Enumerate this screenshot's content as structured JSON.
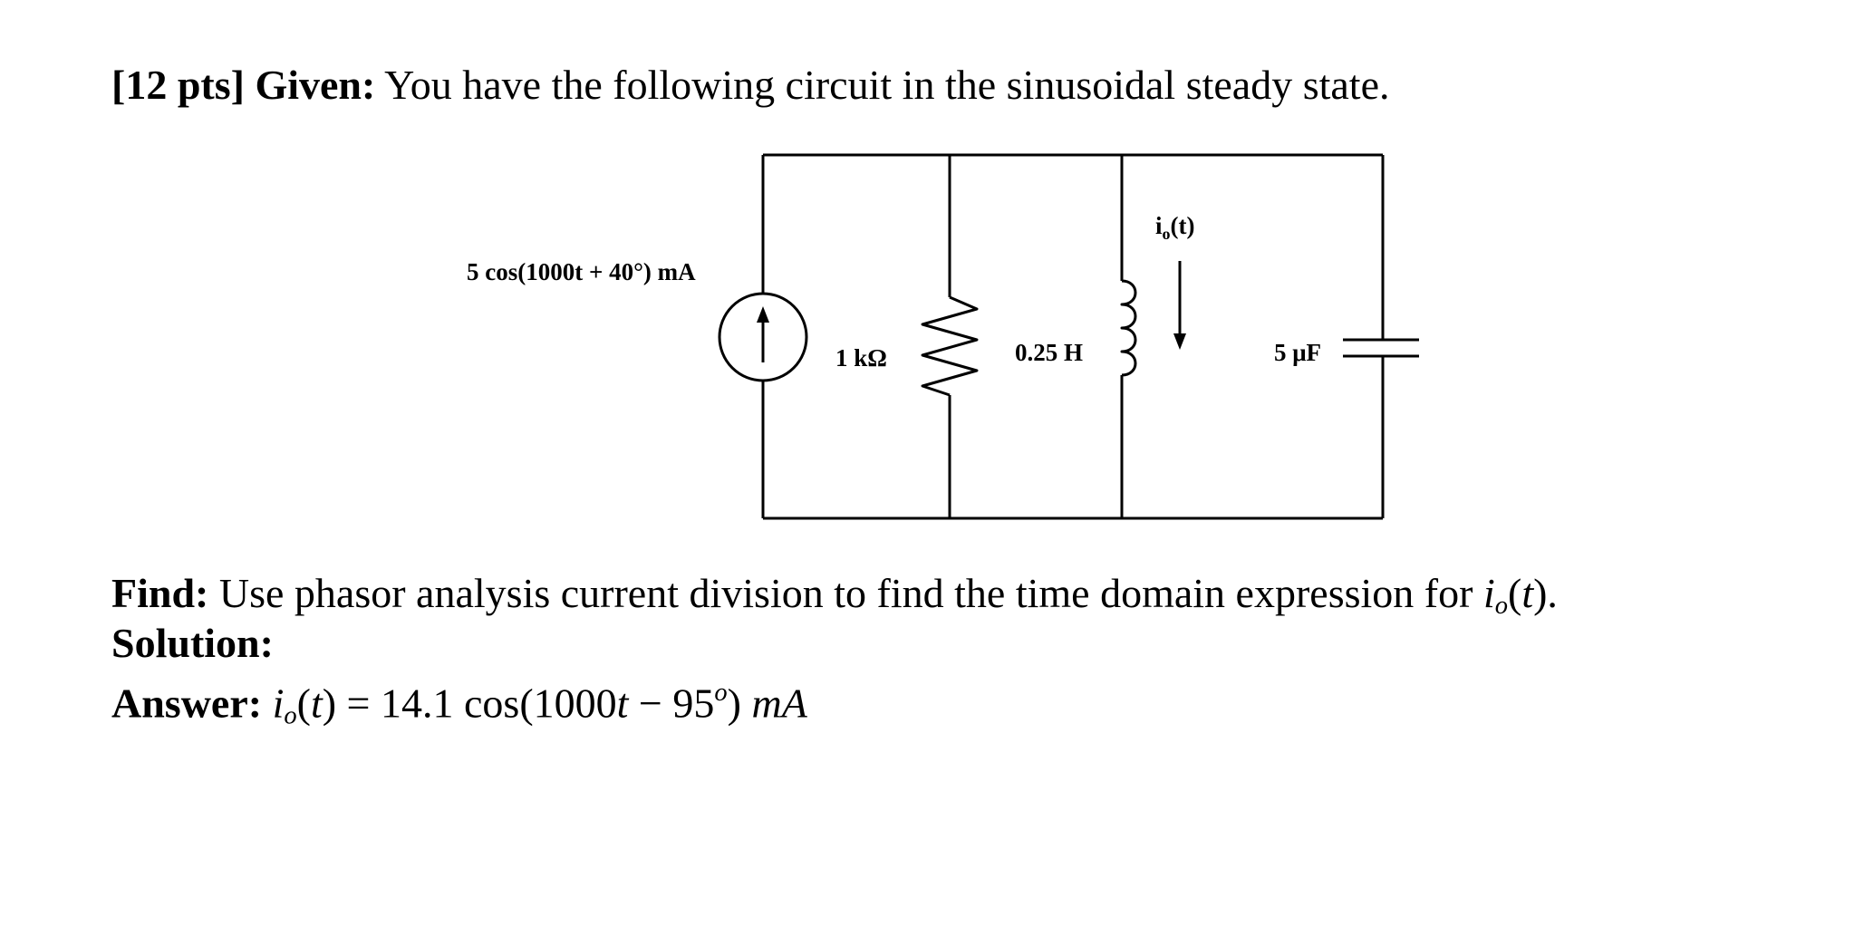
{
  "header": {
    "points": "[12 pts]",
    "given_label": "Given:",
    "given_text": "You have the following circuit in the sinusoidal steady state."
  },
  "circuit": {
    "source_label": "5 cos(1000t + 40°) mA",
    "resistor_label": "1 kΩ",
    "inductor_label": "0.25 H",
    "capacitor_label": "5 μF",
    "current_label_base": "i",
    "current_label_sub": "o",
    "current_label_rest": "(t)"
  },
  "find": {
    "label": "Find:",
    "text": "Use phasor analysis current division to find the time domain expression for",
    "var": "i",
    "var_sub": "o",
    "var_paren_open": "(",
    "var_arg": "t",
    "var_paren_close": ").",
    "space": " "
  },
  "solution": {
    "label": "Solution:"
  },
  "answer": {
    "label": "Answer:",
    "var": "i",
    "var_sub": "o",
    "paren_open": "(",
    "arg": "t",
    "eq_part": ") = 14.1 cos(1000",
    "t2": "t",
    "minus_part": " − 95",
    "degree_sup": "o",
    "close_part": ") ",
    "unit": "mA"
  }
}
